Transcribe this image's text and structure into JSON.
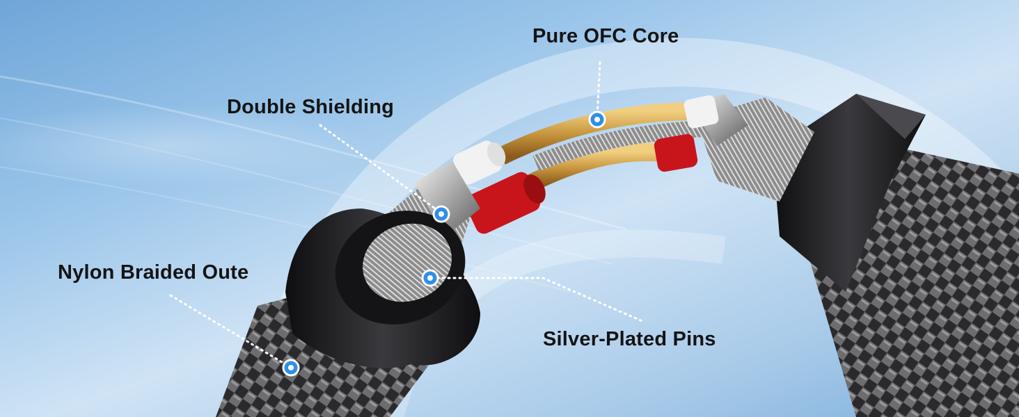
{
  "labels": {
    "core": "Pure OFC Core",
    "shielding": "Double Shielding",
    "jacket": "Nylon Braided Oute",
    "pins": "Silver-Plated Pins"
  },
  "colors": {
    "sky_dark": "#6fa6d8",
    "sky_light": "#cfe3f5",
    "copper": "#c8963e",
    "insulation_red": "#c8151b",
    "insulation_white": "#f2f2f2",
    "sheath_black": "#1c1c1e",
    "marker_blue": "#2f8fe6"
  }
}
